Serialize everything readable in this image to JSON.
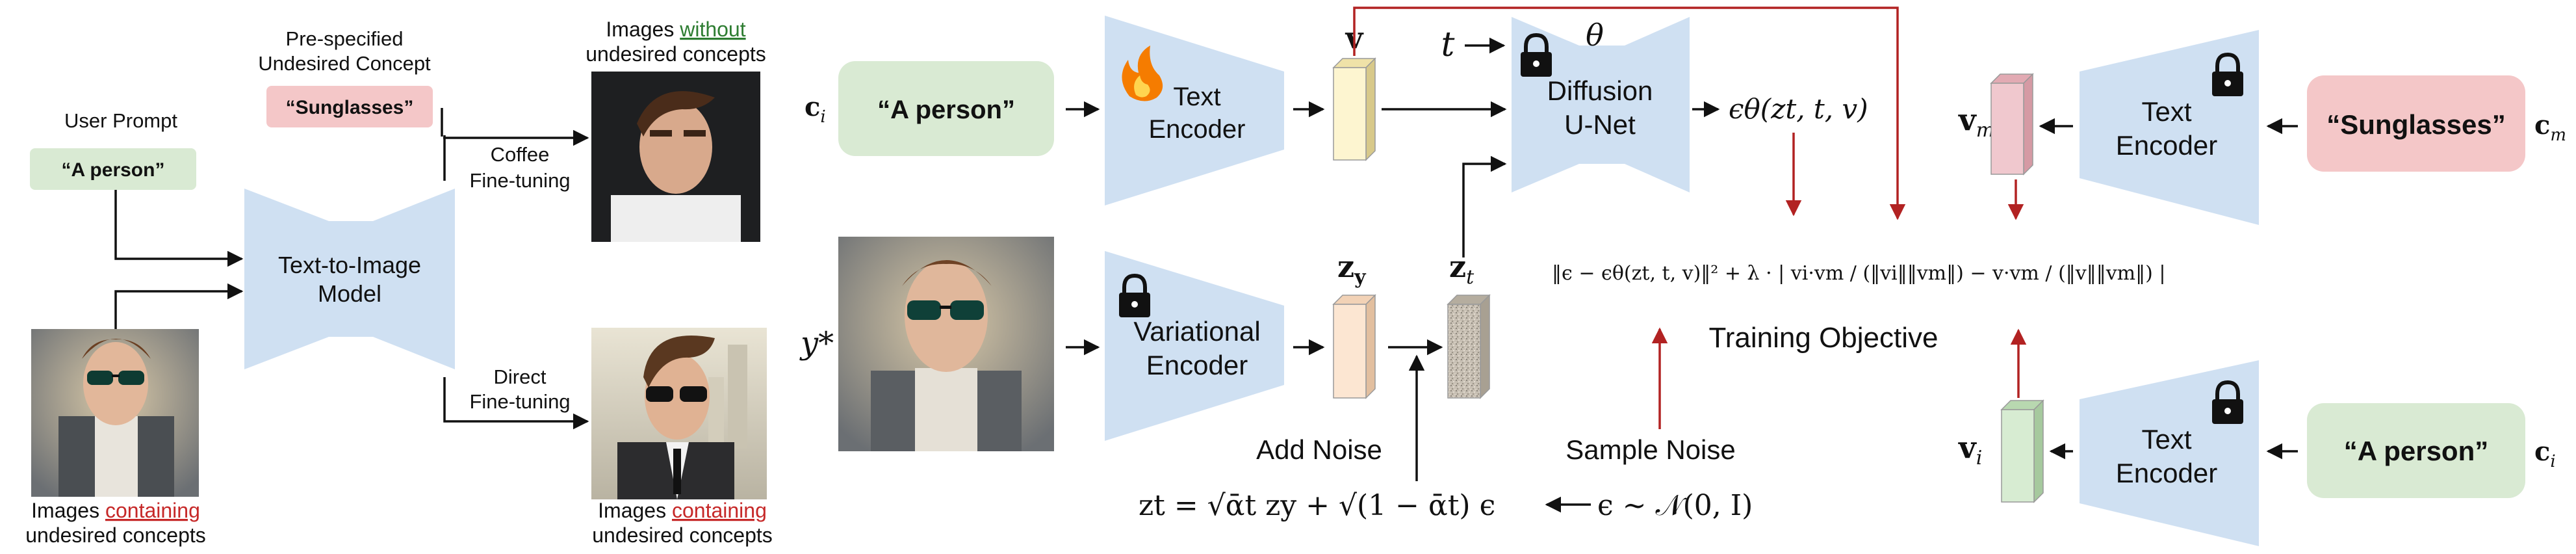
{
  "colors": {
    "box_blue": "#cfe0f2",
    "prompt_green": "#d9ead3",
    "concept_pink": "#f4c7c8",
    "vec_yellow": "#fdf5d0",
    "vec_peach": "#fce6d2",
    "vec_pink": "#f0c8ce",
    "vec_green": "#d7ecd2",
    "arrow_red": "#b22222",
    "underline_green": "#2e7d32",
    "underline_red": "#c62828"
  },
  "left": {
    "user_prompt_label": "User Prompt",
    "user_prompt_text": "“A person”",
    "prespecified_line1": "Pre-specified",
    "prespecified_line2": "Undesired Concept",
    "concept_text": "“Sunglasses”",
    "model_line1": "Text-to-Image",
    "model_line2": "Model",
    "coffee_line1": "Coffee",
    "coffee_line2": "Fine-tuning",
    "direct_line1": "Direct",
    "direct_line2": "Fine-tuning",
    "img_without_prefix": "Images ",
    "img_without_word": "without",
    "img_without_line2": "undesired concepts",
    "img_containing_prefix": "Images ",
    "img_containing_word": "containing",
    "img_containing_line2": "undesired concepts"
  },
  "middle": {
    "ci_label": "c",
    "ci_sub": "i",
    "prompt_text": "“A person”",
    "text_encoder_line1": "Text",
    "text_encoder_line2": "Encoder",
    "v_label": "v",
    "t_label": "t",
    "theta_label": "θ",
    "unet_line1": "Diffusion",
    "unet_line2": "U-Net",
    "eps_output": "ϵθ(zt, t, v)",
    "ystar": "y*",
    "vae_line1": "Variational",
    "vae_line2": "Encoder",
    "zy_label": "zy",
    "zt_label": "zt",
    "add_noise": "Add Noise",
    "sample_noise": "Sample Noise",
    "zt_equation": "zt = √ᾱt zy + √(1 − ᾱt) ϵ",
    "eps_sample": "ϵ ∼ 𝒩(0, I)",
    "objective": "‖ϵ − ϵθ(zt, t, v)‖² + λ · | vi·vm / (‖vi‖‖vm‖) − v·vm / (‖v‖‖vm‖) |",
    "training_objective": "Training Objective"
  },
  "right": {
    "vm_label": "v",
    "vm_sub": "m",
    "vi_label": "v",
    "vi_sub": "i",
    "encoder_top_line1": "Text",
    "encoder_top_line2": "Encoder",
    "encoder_bottom_line1": "Text",
    "encoder_bottom_line2": "Encoder",
    "concept_text": "“Sunglasses”",
    "cm_label": "c",
    "cm_sub": "m",
    "prompt_text": "“A person”",
    "ci_label": "c",
    "ci_sub": "i"
  }
}
